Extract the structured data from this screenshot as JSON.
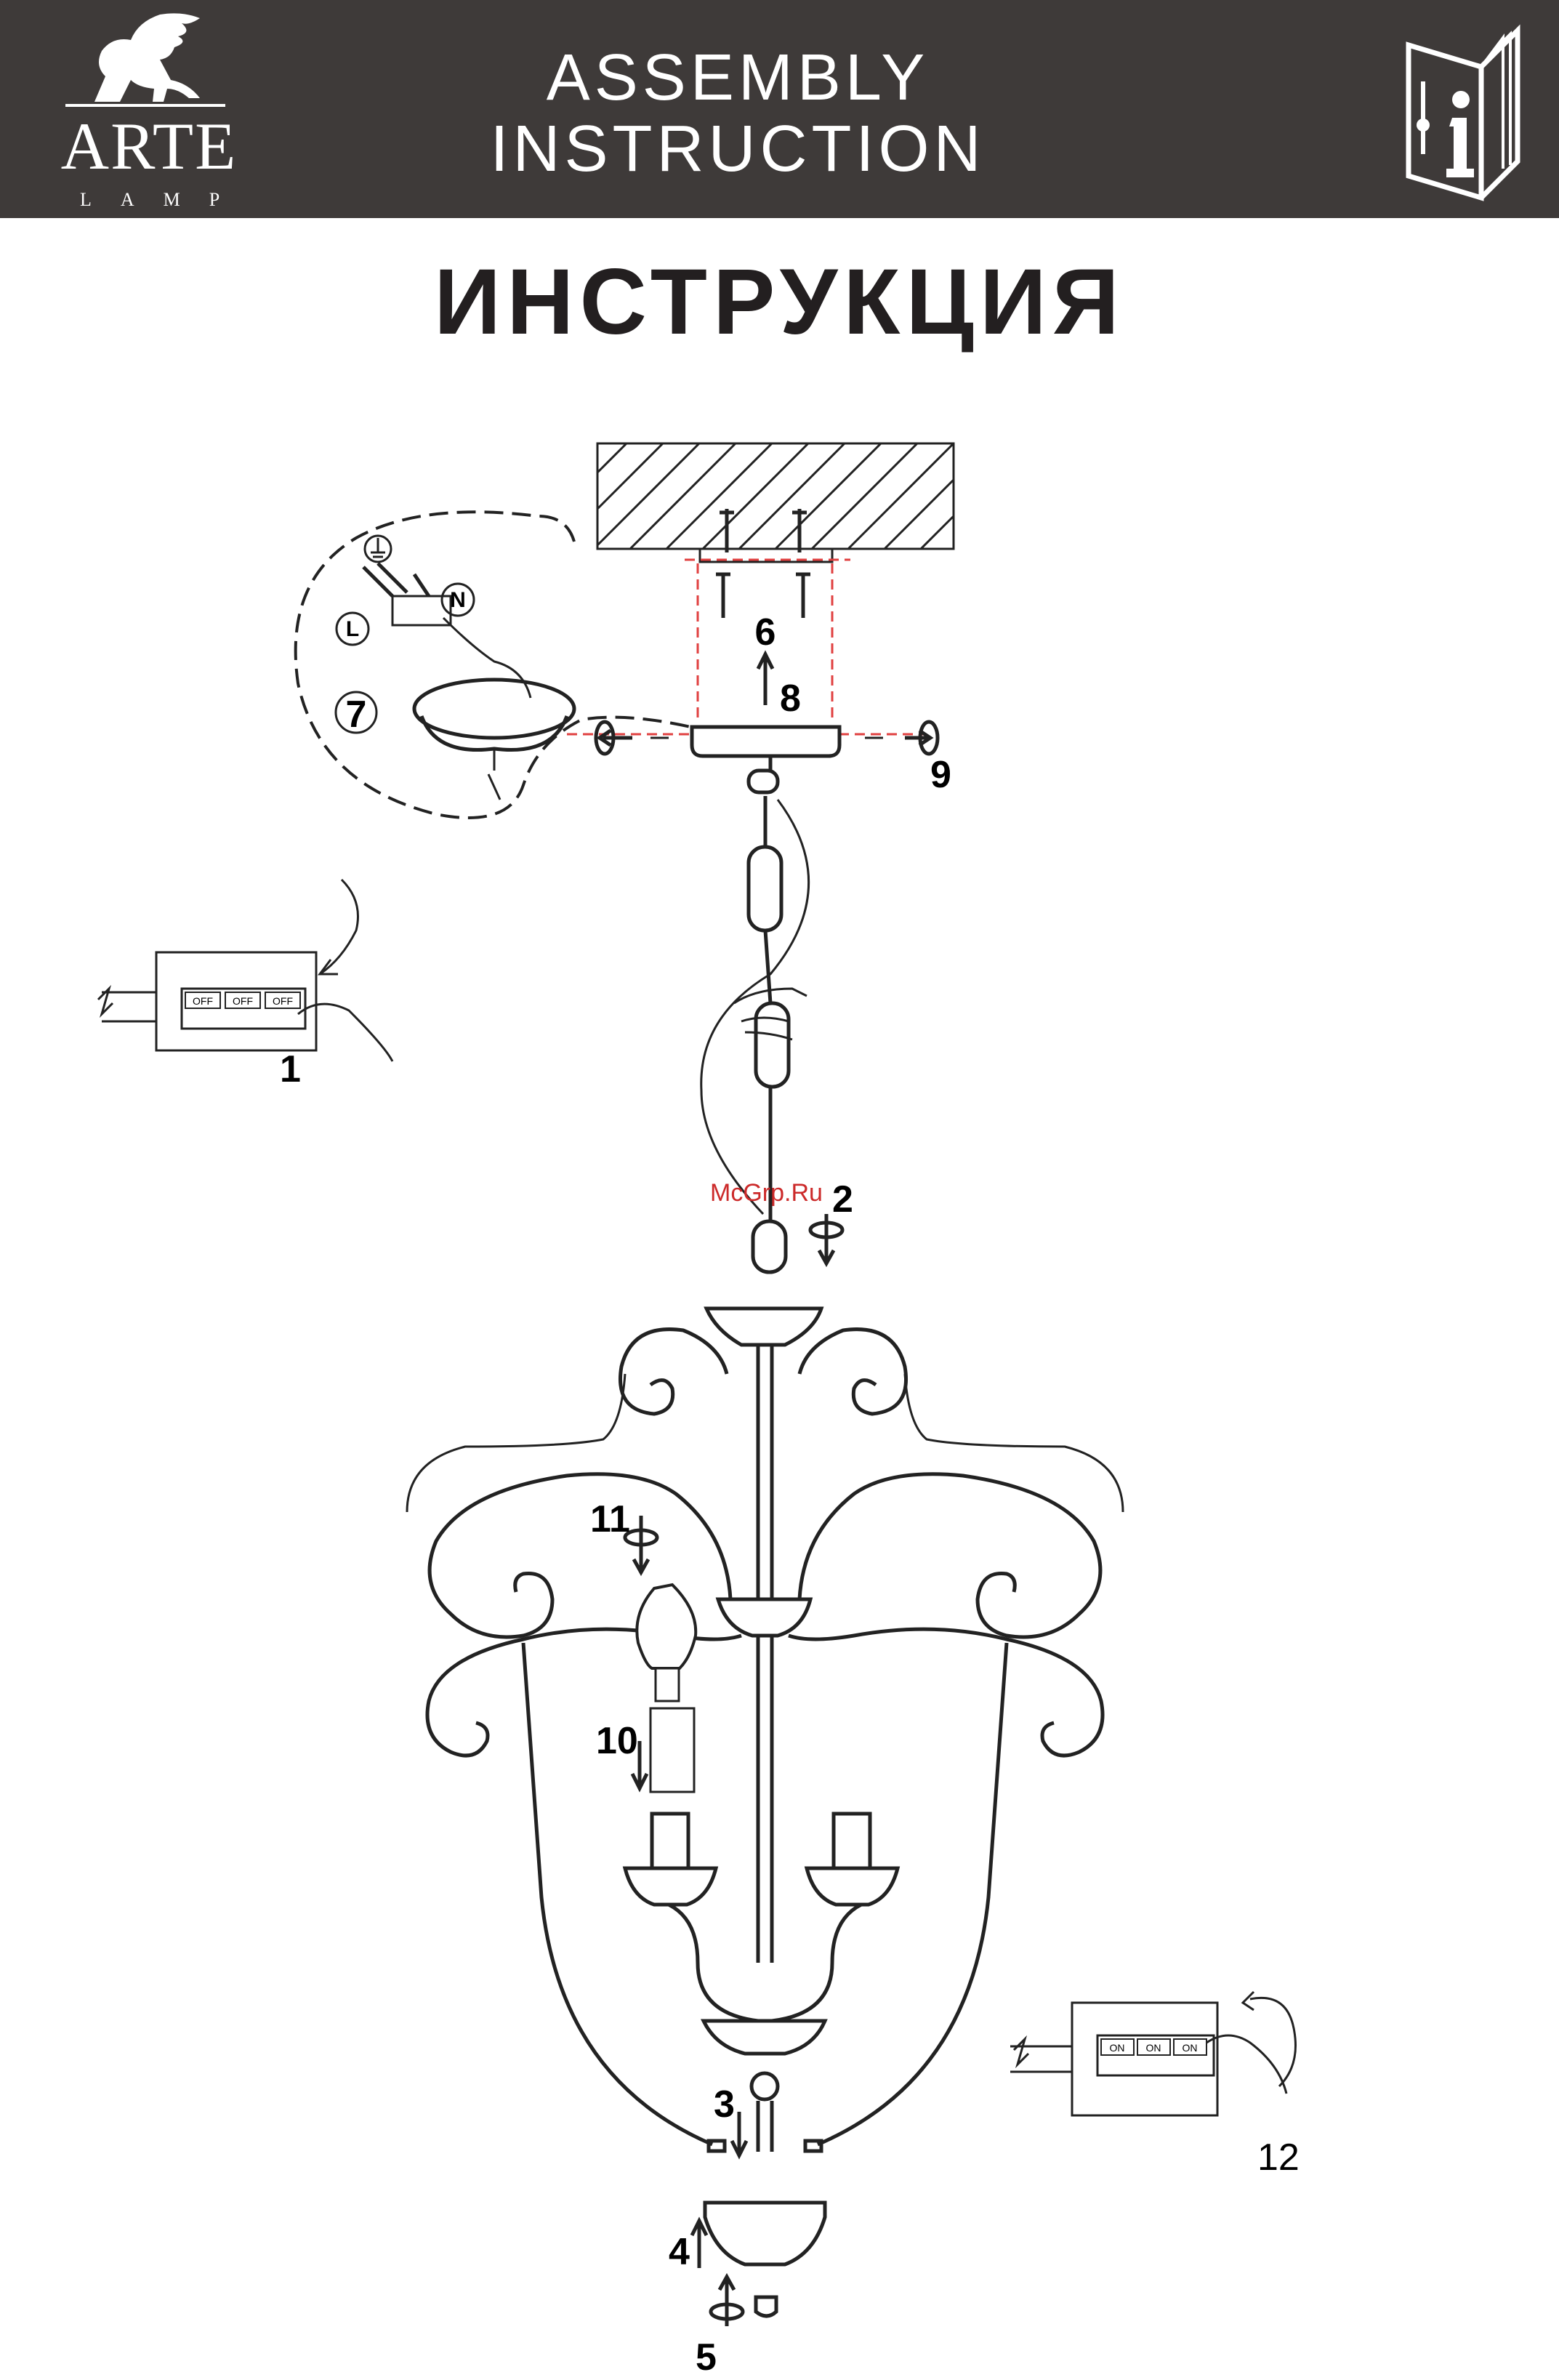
{
  "header": {
    "brand": "ARTE",
    "brand_sub": "LAMP",
    "title_line1": "ASSEMBLY",
    "title_line2": "INSTRUCTION",
    "logo_icon": "griffin-icon",
    "info_icon": "manual-info-icon",
    "colors": {
      "header_bg": "#3e3a39",
      "header_text": "#ffffff"
    }
  },
  "title_ru": "ИНСТРУКЦИЯ",
  "steps": {
    "s1": "1",
    "s2": "2",
    "s3": "3",
    "s4": "4",
    "s5": "5",
    "s6": "6",
    "s7": "7",
    "s8": "8",
    "s9": "9",
    "s10": "10",
    "s11": "11",
    "s12": "12"
  },
  "wiring_labels": {
    "live": "L",
    "neutral": "N"
  },
  "switch_off": {
    "b1": "OFF",
    "b2": "OFF",
    "b3": "OFF"
  },
  "switch_on": {
    "b1": "ON",
    "b2": "ON",
    "b3": "ON"
  },
  "watermark": "McGrp.Ru"
}
